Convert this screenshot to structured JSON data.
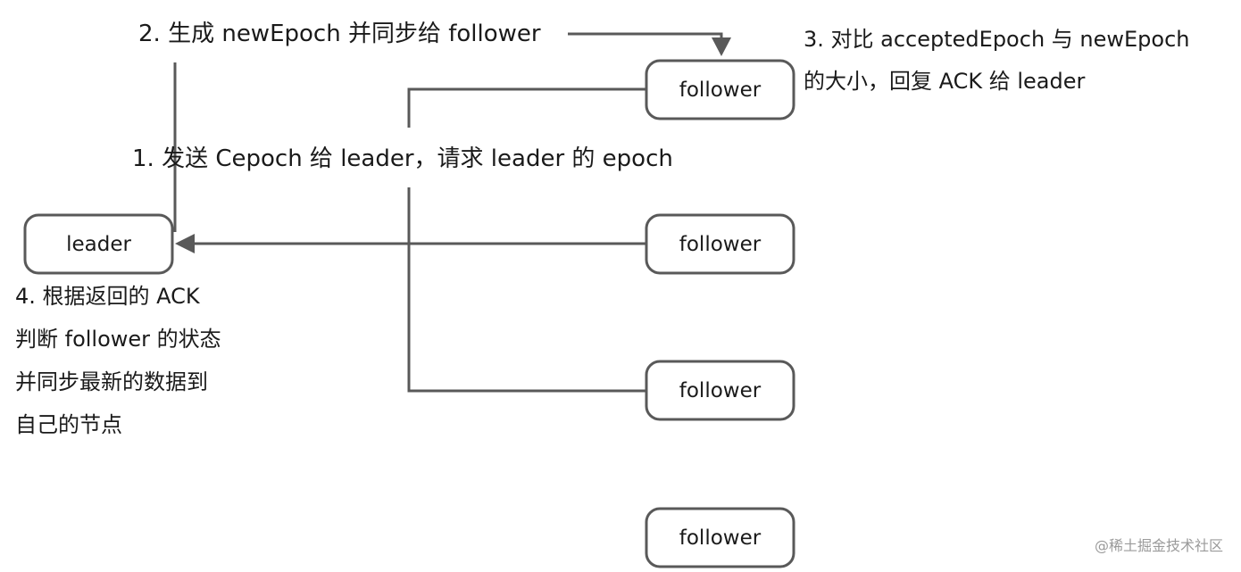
{
  "nodes": {
    "leader": "leader",
    "follower_1": "follower",
    "follower_2": "follower",
    "follower_3": "follower",
    "follower_4": "follower"
  },
  "steps": {
    "step1": "1. 发送 Cepoch 给 leader，请求 leader 的 epoch",
    "step2": "2. 生成 newEpoch 并同步给 follower",
    "step3": [
      "3. 对比 acceptedEpoch 与 newEpoch",
      "的大小，回复 ACK 给 leader"
    ],
    "step4": [
      "4. 根据返回的 ACK",
      "判断 follower 的状态",
      "并同步最新的数据到",
      "自己的节点"
    ]
  },
  "watermark": "@稀土掘金技术社区",
  "colors": {
    "line": "#595959",
    "text": "#1a1a1a",
    "background": "#ffffff",
    "watermark": "#9a9a9a"
  }
}
